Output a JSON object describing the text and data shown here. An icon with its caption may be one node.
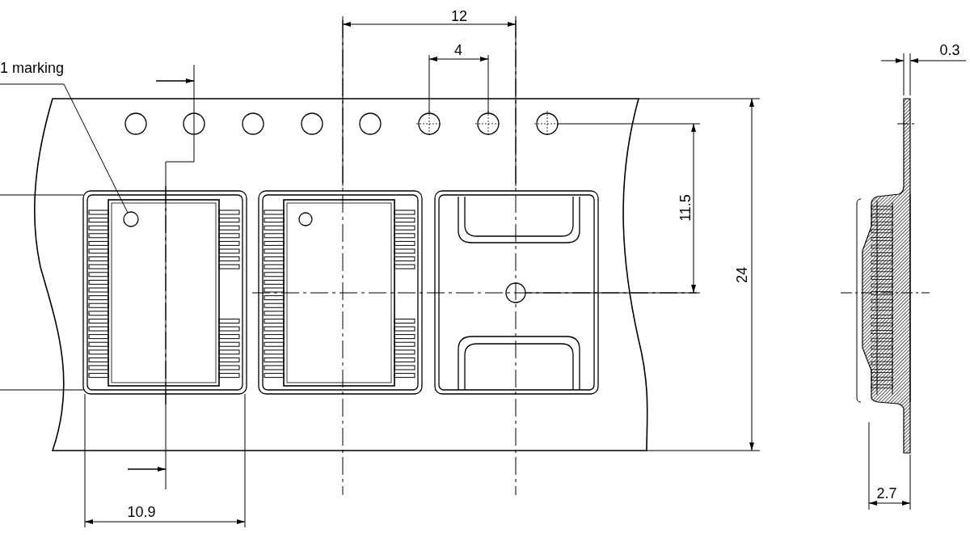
{
  "diagram": {
    "nodes": [
      {
        "text": [
          "1 marking"
        ]
      },
      {
        "text": [],
        "shape": "circle"
      }
    ],
    "edges": [
      {
        "from": 0,
        "to": 1,
        "arrow": "none"
      }
    ],
    "labels": [
      "12",
      "4",
      "0.3",
      "11.5",
      "24",
      "10.9",
      "2.7"
    ]
  }
}
